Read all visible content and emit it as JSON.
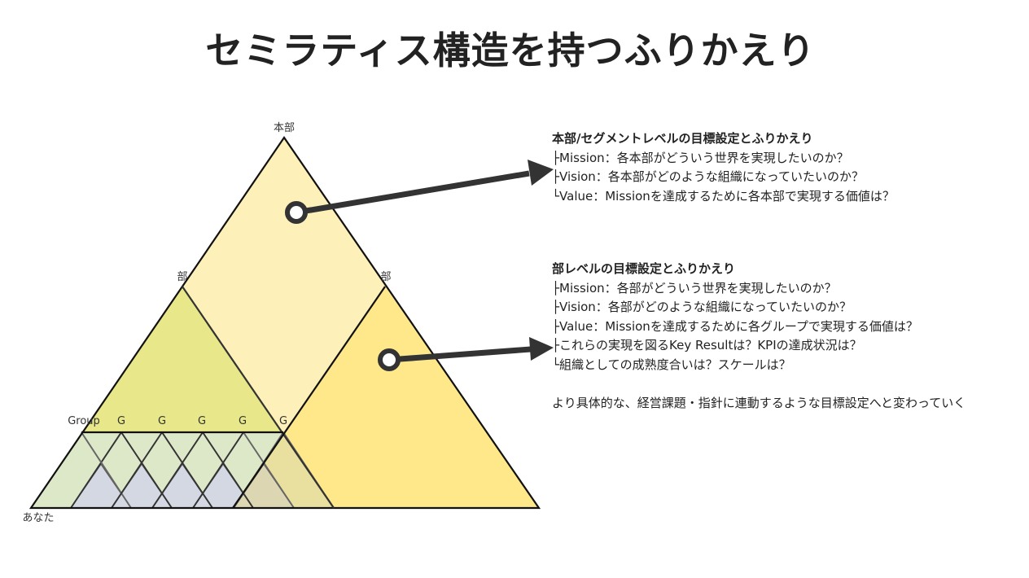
{
  "title": "セミラティス構造を持つふりかえり",
  "colors": {
    "outline": "#000000",
    "honbu_fill": "#fdf0b8",
    "bu_left_fill": "#e8e88a",
    "bu_right_fill": "#fee88a",
    "group_fill": "#dde8c8",
    "overlap_fill": "#d4d8e2",
    "arrow": "#333333"
  },
  "diagram": {
    "labels": {
      "top": "本部",
      "bu_left": "部",
      "bu_right": "部",
      "group": "Group",
      "g1": "G",
      "g2": "G",
      "g3": "G",
      "g4": "G",
      "g5": "G",
      "bottom": "あなた"
    }
  },
  "block1": {
    "heading": "本部/セグメントレベルの目標設定とふりかえり",
    "lines": [
      "├Mission：各本部がどういう世界を実現したいのか？",
      "├Vision：各本部がどのような組織になっていたいのか？",
      "└Value：Missionを達成するために各本部で実現する価値は？"
    ]
  },
  "block2": {
    "heading": "部レベルの目標設定とふりかえり",
    "lines": [
      "├Mission：各部がどういう世界を実現したいのか？",
      "├Vision：各部がどのような組織になっていたいのか？",
      "├Value：Missionを達成するために各グループで実現する価値は？",
      "├これらの実現を図るKey Resultは？KPIの達成状況は？",
      "└組織としての成熟度合いは？スケールは？"
    ]
  },
  "summary": "より具体的な、経営課題・指針に連動するような目標設定へと変わっていく"
}
